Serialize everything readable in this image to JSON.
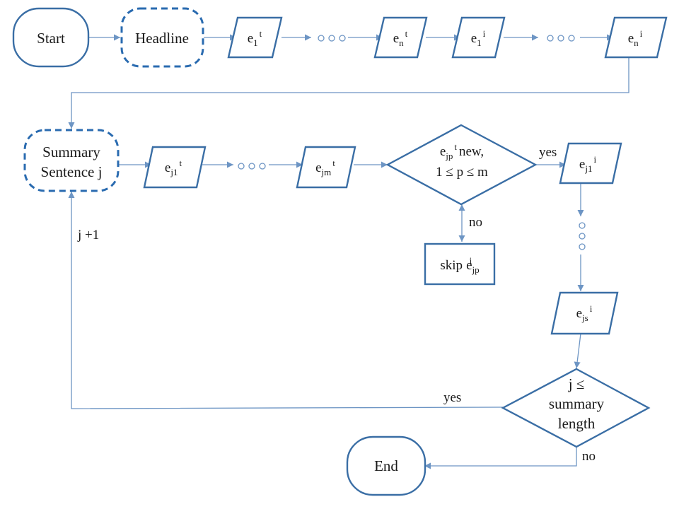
{
  "start": "Start",
  "headline": "Headline",
  "summary": {
    "line1": "Summary",
    "line2": "Sentence j"
  },
  "end": "End",
  "e": "e",
  "entities": {
    "e1t": {
      "sub": "1",
      "sup": "t"
    },
    "ent": {
      "sub": "n",
      "sup": "t"
    },
    "e1i": {
      "sub": "1",
      "sup": "i"
    },
    "eni": {
      "sub": "n",
      "sup": "i"
    },
    "ej1t": {
      "sub": "j1",
      "sup": "t"
    },
    "ejmt": {
      "sub": "jm",
      "sup": "t"
    },
    "ej1i": {
      "sub": "j1",
      "sup": "i"
    },
    "ejsi": {
      "sub": "js",
      "sup": "i"
    }
  },
  "decision1": {
    "sub": "jp",
    "sup": "t",
    "tail": "new,",
    "line2": "1 ≤ p ≤ m"
  },
  "skip": {
    "prefix": "skip",
    "sub": "jp",
    "sup": "i"
  },
  "decision2": {
    "line1": "j ≤",
    "line2": "summary",
    "line3": "length"
  },
  "labels": {
    "yes1": "yes",
    "no1": "no",
    "yes2": "yes",
    "no2": "no",
    "inc": "j +1"
  }
}
